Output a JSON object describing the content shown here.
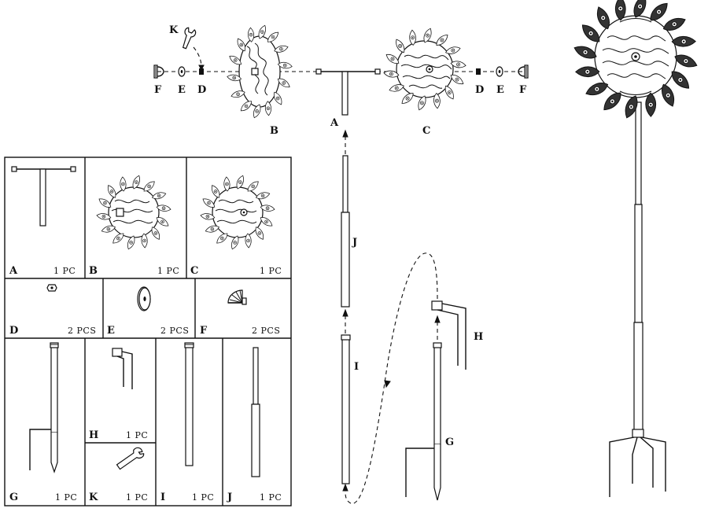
{
  "diagram": {
    "labels": {
      "A": "A",
      "B": "B",
      "C": "C",
      "D": "D",
      "E": "E",
      "F": "F",
      "G": "G",
      "H": "H",
      "I": "I",
      "J": "J",
      "K": "K"
    },
    "parts": [
      {
        "key": "A",
        "letter": "A",
        "qty": "1 PC"
      },
      {
        "key": "B",
        "letter": "B",
        "qty": "1 PC"
      },
      {
        "key": "C",
        "letter": "C",
        "qty": "1 PC"
      },
      {
        "key": "D",
        "letter": "D",
        "qty": "2 PCS"
      },
      {
        "key": "E",
        "letter": "E",
        "qty": "2 PCS"
      },
      {
        "key": "F",
        "letter": "F",
        "qty": "2 PCS"
      },
      {
        "key": "G",
        "letter": "G",
        "qty": "1 PC"
      },
      {
        "key": "H",
        "letter": "H",
        "qty": "1 PC"
      },
      {
        "key": "K",
        "letter": "K",
        "qty": "1 PC"
      },
      {
        "key": "I",
        "letter": "I",
        "qty": "1 PC"
      },
      {
        "key": "J",
        "letter": "J",
        "qty": "1 PC"
      }
    ]
  }
}
